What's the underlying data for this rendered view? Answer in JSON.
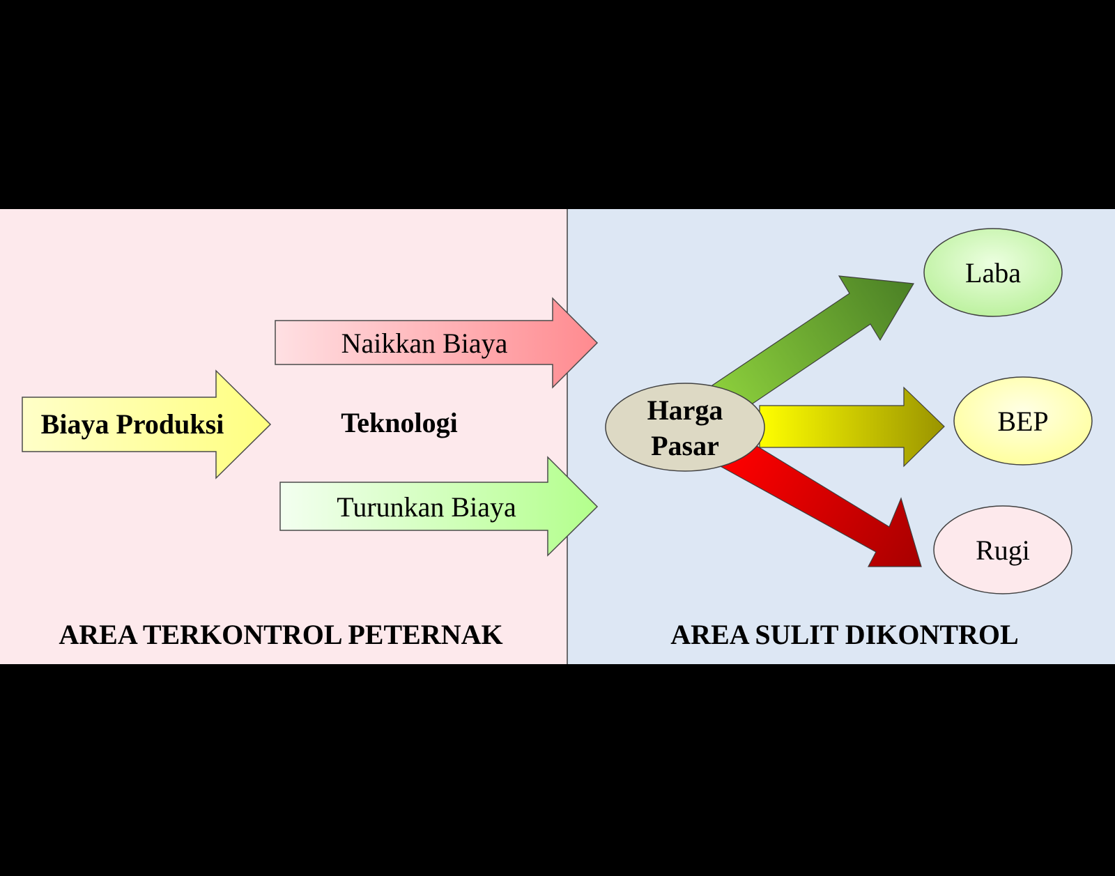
{
  "diagram": {
    "left_area": {
      "label": "AREA TERKONTROL PETERNAK",
      "color": "#fde9ec",
      "input_arrow": {
        "label": "Biaya Produksi",
        "color": "#ffff99"
      },
      "center_label": "Teknologi",
      "raise_arrow": {
        "label": "Naikkan Biaya",
        "color_start": "#ffe0e3",
        "color_end": "#ff8a8f"
      },
      "lower_arrow": {
        "label": "Turunkan Biaya",
        "color_start": "#f3fff0",
        "color_end": "#b3ff8c"
      }
    },
    "right_area": {
      "label": "AREA SULIT DIKONTROL",
      "color": "#dde7f4",
      "hub": {
        "line1": "Harga",
        "line2": "Pasar",
        "color": "#ddd9c4"
      },
      "outcomes": [
        {
          "label": "Laba",
          "color": "#c9f5b0",
          "arrow_color": "#4e8a28"
        },
        {
          "label": "BEP",
          "color": "#ffffb3",
          "arrow_color": "#a6a000"
        },
        {
          "label": "Rugi",
          "color": "#fde9ec",
          "arrow_color": "#b30000"
        }
      ]
    }
  }
}
